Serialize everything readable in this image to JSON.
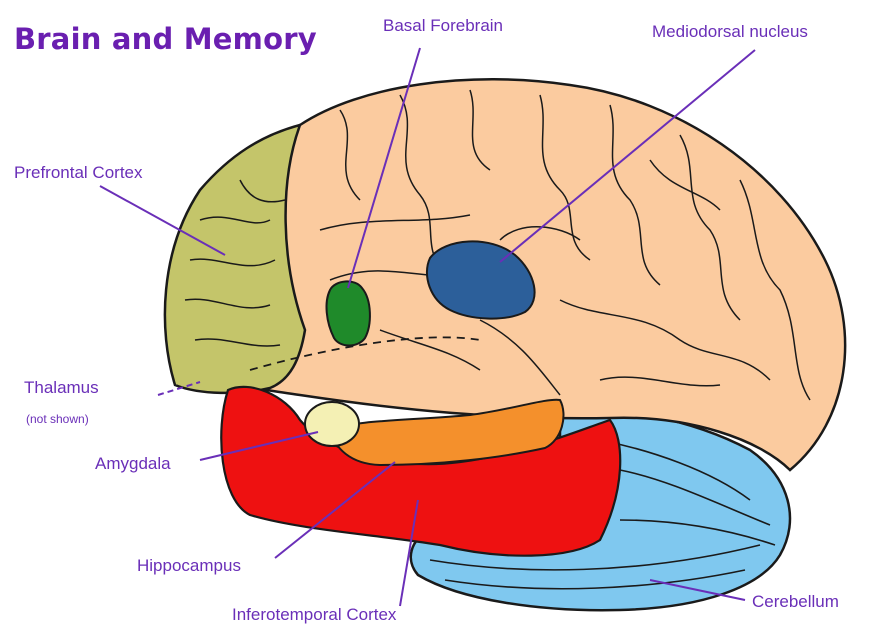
{
  "title": "Brain and Memory",
  "labels": {
    "basal_forebrain": "Basal Forebrain",
    "mediodorsal_nucleus": "Mediodorsal nucleus",
    "prefrontal_cortex": "Prefrontal Cortex",
    "thalamus": "Thalamus",
    "not_shown": "(not shown)",
    "amygdala": "Amygdala",
    "hippocampus": "Hippocampus",
    "inferotemporal_cortex": "Inferotemporal Cortex",
    "cerebellum": "Cerebellum"
  },
  "colors": {
    "text": "#6a2fb8",
    "title": "#6a1fb0",
    "cortex": "#fbcb9f",
    "prefrontal": "#c4c56a",
    "basal_forebrain": "#1f8a2a",
    "mediodorsal": "#2c5f9a",
    "amygdala": "#f4f0b4",
    "hippocampus": "#f4902c",
    "inferotemporal": "#ee1111",
    "cerebellum": "#7fc8ef",
    "outline": "#1a1a1a"
  }
}
